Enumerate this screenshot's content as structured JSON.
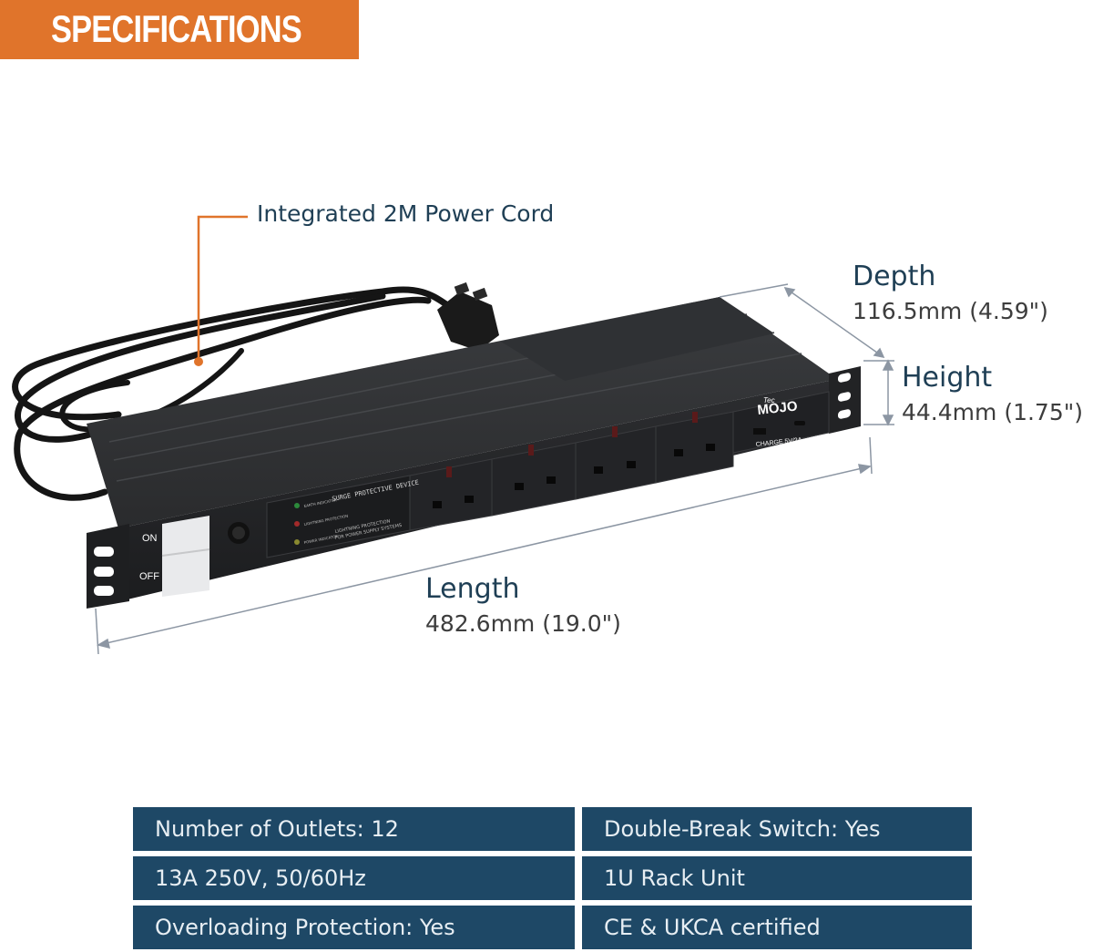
{
  "banner": {
    "title": "SPECIFICATIONS"
  },
  "callouts": {
    "power_cord": "Integrated 2M Power Cord"
  },
  "dimensions": {
    "depth": {
      "label": "Depth",
      "value": "116.5mm (4.59\")"
    },
    "height": {
      "label": "Height",
      "value": "44.4mm (1.75\")"
    },
    "length": {
      "label": "Length",
      "value": "482.6mm (19.0\")"
    }
  },
  "device": {
    "brand_small": "Tec",
    "brand": "MOJO",
    "usb_label": "CHARGE 5V/2A",
    "switch_on": "ON",
    "switch_off": "OFF",
    "spd_title": "SURGE PROTECTIVE DEVICE",
    "spd_footer_1": "LIGHTNING PROTECTION",
    "spd_footer_2": "FOR POWER SUPPLY SYSTEMS",
    "indicator_1": "EARTH INDICATOR",
    "indicator_2": "LIGHTNING PROTECTION",
    "indicator_3": "POWER INDICATOR"
  },
  "specs": [
    "Number of Outlets: 12",
    "Double-Break Switch: Yes",
    "13A 250V, 50/60Hz",
    "1U Rack Unit",
    "Overloading Protection: Yes",
    "CE & UKCA certified"
  ],
  "colors": {
    "accent_orange": "#e0742b",
    "spec_panel": "#1e4866",
    "label_text": "#1f3f55"
  }
}
